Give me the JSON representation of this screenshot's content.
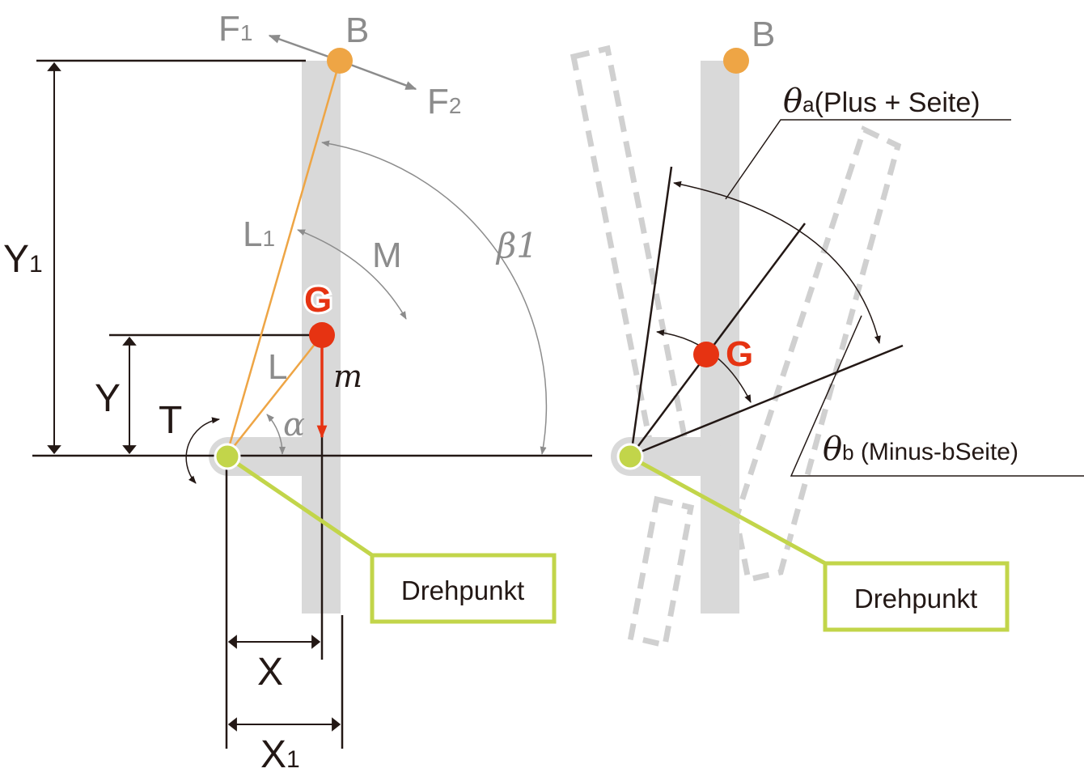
{
  "left": {
    "point_b": "B",
    "force_1": {
      "letter": "F",
      "sub": "1"
    },
    "force_2": {
      "letter": "F",
      "sub": "2"
    },
    "dim_y1": {
      "letter": "Y",
      "sub": "1"
    },
    "dim_y": "Y",
    "dim_x": "X",
    "dim_x1": {
      "letter": "X",
      "sub": "1"
    },
    "length_l1": {
      "letter": "L",
      "sub": "1"
    },
    "length_l": "L",
    "moment_m": "M",
    "angle_beta1": "β1",
    "center_g": "G",
    "mass_m": "m",
    "angle_alpha": "α",
    "torque_t": "T",
    "pivot_label": "Drehpunkt"
  },
  "right": {
    "point_b": "B",
    "center_g": "G",
    "theta_a": {
      "symbol": "θ",
      "sub": "a",
      "text": "(Plus + Seite)"
    },
    "theta_b": {
      "symbol": "θ",
      "sub": "b",
      "text": " (Minus-bSeite)"
    },
    "pivot_label": "Drehpunkt"
  },
  "colors": {
    "dark": "#231815",
    "gray_text": "#8c8c8c",
    "bar_gray": "#d9d9d9",
    "orange": "#eea545",
    "red": "#e63312",
    "lime": "#c2d54a"
  }
}
